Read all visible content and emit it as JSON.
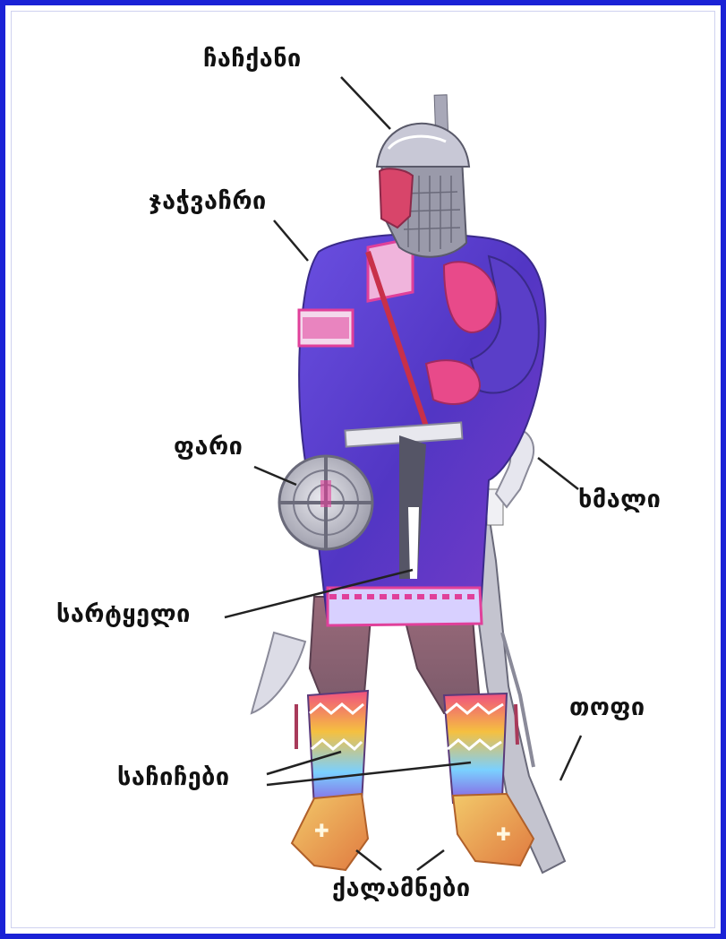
{
  "diagram": {
    "labels": {
      "helmet": "ჩაჩქანი",
      "armor": "ჯაჭვაჩრი",
      "shield": "ფარი",
      "sword": "ხმალი",
      "belt": "სარტყელი",
      "gun": "თოფი",
      "leggings": "საჩიჩები",
      "shoes": "ქალამნები"
    },
    "colors": {
      "frame": "#1a22d6",
      "tunic": "#5a3fc9",
      "trim": "#e0409a",
      "skin": "#e8508a",
      "metal": "#b7b7c8",
      "leather": "#c9a24a"
    }
  }
}
